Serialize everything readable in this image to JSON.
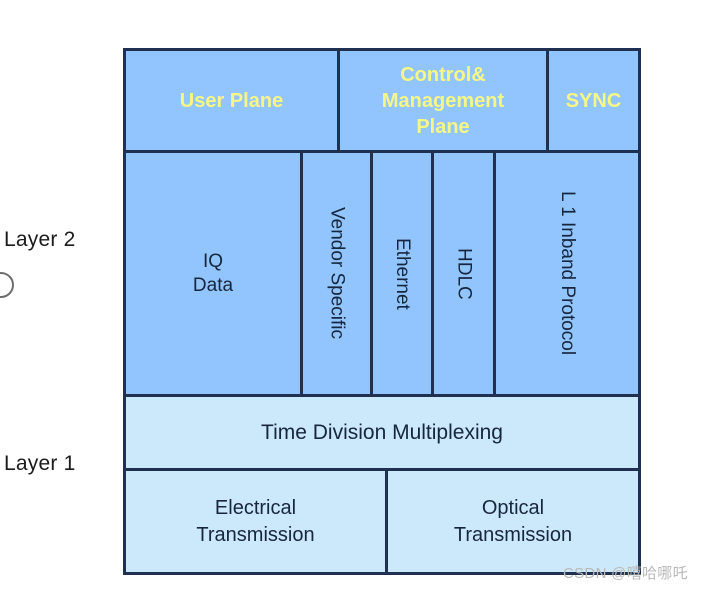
{
  "left_labels": {
    "layer2": "Layer 2",
    "layer1": "Layer 1"
  },
  "diagram": {
    "plane_row": [
      {
        "label": "User Plane"
      },
      {
        "label": "Control&\nManagement\nPlane"
      },
      {
        "label": "SYNC"
      }
    ],
    "layer2_row": [
      {
        "label": "IQ\nData",
        "orientation": "horizontal"
      },
      {
        "label": "Vendor Specific",
        "orientation": "vertical"
      },
      {
        "label": "Ethernet",
        "orientation": "vertical"
      },
      {
        "label": "HDLC",
        "orientation": "vertical"
      },
      {
        "label": "L 1 Inband Protocol",
        "orientation": "vertical"
      }
    ],
    "tdm_row": {
      "label": "Time Division Multiplexing"
    },
    "transmission_row": [
      {
        "label": "Electrical\nTransmission"
      },
      {
        "label": "Optical\nTransmission"
      }
    ]
  },
  "watermark": {
    "text": "CSDN @嘻哈哪吒"
  },
  "colors": {
    "layer2_fill": "#92c5fd",
    "layer1_fill": "#cce8fb",
    "border": "#1f3050",
    "plane_text": "#f7f785",
    "body_text": "#17263f",
    "watermark_text": "#b9b9b9"
  }
}
